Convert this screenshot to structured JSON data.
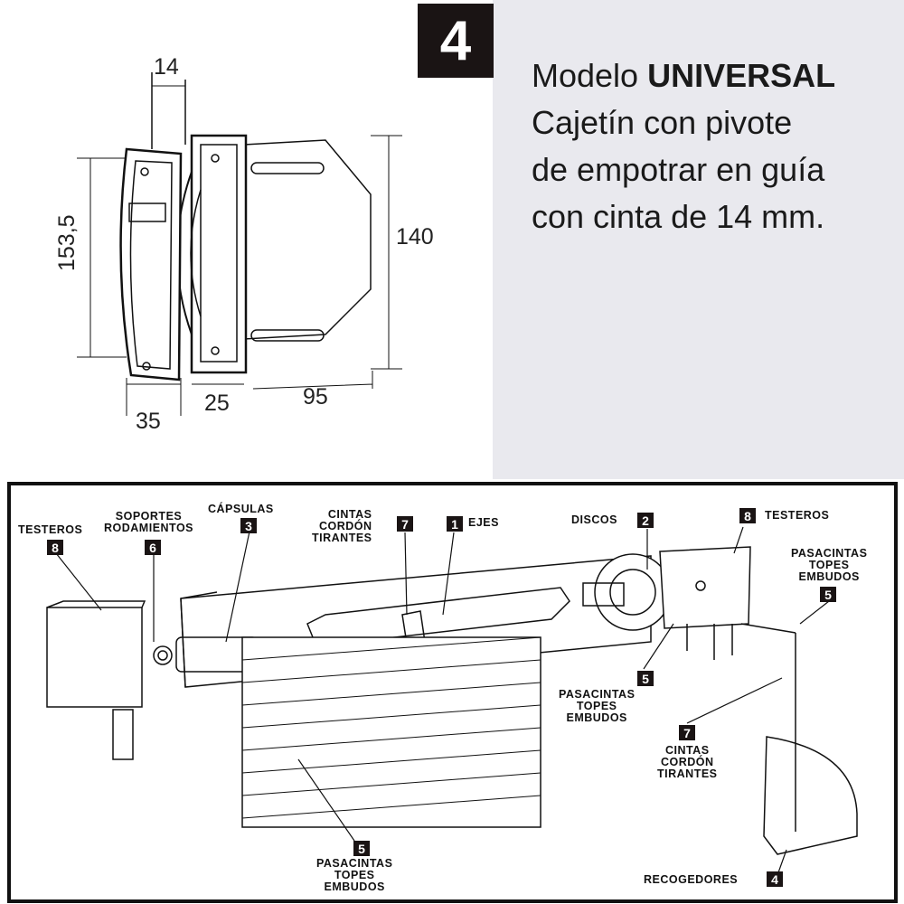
{
  "header": {
    "badge": "4",
    "title_prefix": "Modelo",
    "title_bold": "UNIVERSAL",
    "lines": [
      "Cajetín con pivote",
      "de empotrar en guía",
      "con cinta de 14 mm."
    ]
  },
  "dimensions": {
    "tape": "14",
    "height_front": "153,5",
    "height_box": "140",
    "width_front": "35",
    "depth_1": "25",
    "depth_2": "95"
  },
  "callouts": {
    "testeros_left": {
      "num": "8",
      "lines": [
        "TESTEROS"
      ]
    },
    "soportes": {
      "num": "6",
      "lines": [
        "SOPORTES",
        "RODAMIENTOS"
      ]
    },
    "capsulas": {
      "num": "3",
      "lines": [
        "CÁPSULAS"
      ]
    },
    "cintas_top": {
      "num": "7",
      "lines": [
        "CINTAS",
        "CORDÓN",
        "TIRANTES"
      ]
    },
    "ejes": {
      "num": "1",
      "lines": [
        "EJES"
      ]
    },
    "discos": {
      "num": "2",
      "lines": [
        "DISCOS"
      ]
    },
    "testeros_right": {
      "num": "8",
      "lines": [
        "TESTEROS"
      ]
    },
    "pasacintas_right": {
      "num": "5",
      "lines": [
        "PASACINTAS",
        "TOPES",
        "EMBUDOS"
      ]
    },
    "pasacintas_mid": {
      "num": "5",
      "lines": [
        "PASACINTAS",
        "TOPES",
        "EMBUDOS"
      ]
    },
    "cintas_mid": {
      "num": "7",
      "lines": [
        "CINTAS",
        "CORDÓN",
        "TIRANTES"
      ]
    },
    "pasacintas_bottom": {
      "num": "5",
      "lines": [
        "PASACINTAS",
        "TOPES",
        "EMBUDOS"
      ]
    },
    "recogedores": {
      "num": "4",
      "lines": [
        "RECOGEDORES"
      ]
    }
  }
}
